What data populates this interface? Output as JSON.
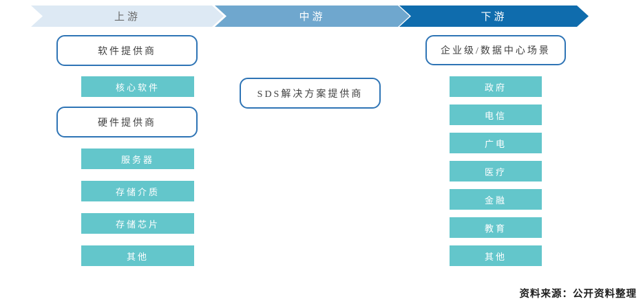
{
  "colors": {
    "stage_upstream_fill": "#dde9f4",
    "stage_midstream_fill": "#6fa7ce",
    "stage_downstream_fill": "#0f6cad",
    "teal_box_fill": "#63c6cb",
    "outline_box_border": "#2e74b5"
  },
  "stages": [
    {
      "label": "上游"
    },
    {
      "label": "中游"
    },
    {
      "label": "下游"
    }
  ],
  "upstream": {
    "software_provider_label": "软件提供商",
    "core_software_label": "核心软件",
    "hardware_provider_label": "硬件提供商",
    "hardware_items": [
      "服务器",
      "存储介质",
      "存储芯片",
      "其他"
    ]
  },
  "midstream": {
    "provider_label": "SDS解决方案提供商"
  },
  "downstream": {
    "scenario_label": "企业级/数据中心场景",
    "sectors": [
      "政府",
      "电信",
      "广电",
      "医疗",
      "金融",
      "教育",
      "其他"
    ]
  },
  "footer": {
    "source": "资料来源：公开资料整理"
  }
}
